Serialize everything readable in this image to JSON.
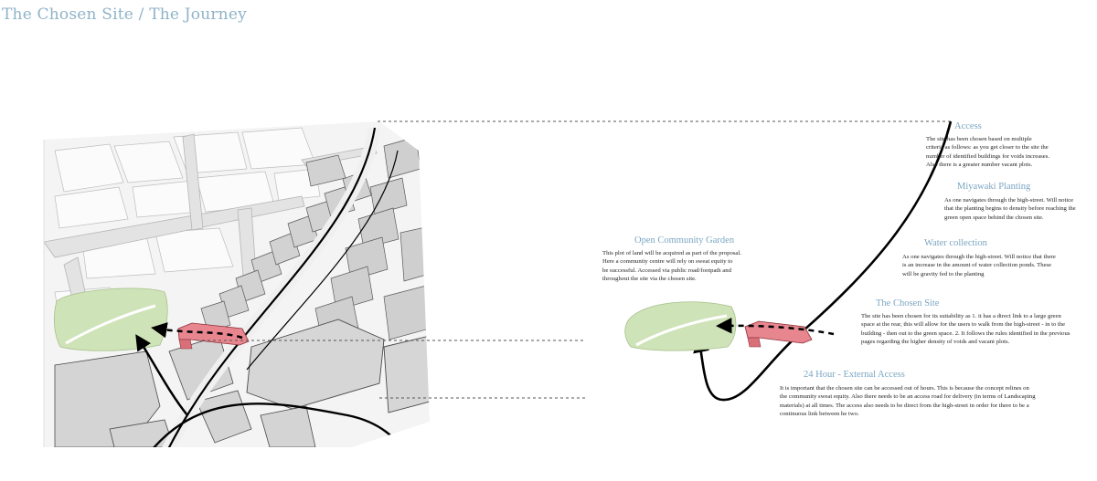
{
  "title": "The Chosen Site / The Journey",
  "sections": {
    "access": {
      "heading": "Access",
      "lines": [
        "The site has been chosen based on multiple",
        "criteria as follows: as you get closer to the site the",
        "number of identified buildings for voids increases.",
        "Also there is a greater number vacant plots."
      ]
    },
    "miyawaki": {
      "heading": "Miyawaki Planting",
      "lines": [
        "As one navigates through the high-street. Will notice",
        "that the planting begins to density before reaching the",
        "green open space behind the chosen site."
      ]
    },
    "water": {
      "heading": "Water collection",
      "lines": [
        "As one navigates through the high-street. Will notice that there",
        "is an increase in the amount of water collection ponds. These",
        "will be gravity fed to the planting"
      ]
    },
    "chosen_site": {
      "heading": "The Chosen Site",
      "lines": [
        "The site has been chosen for its suitability as 1. it has a direct link to a large green",
        "space at the rear, this will allow for the users to walk from the high-street - in to the",
        "building - then out to the green space. 2. It follows the rules identified in the previous",
        "pages regarding the higher density of voids and vacant plots."
      ]
    },
    "external_access": {
      "heading": "24 Hour - External Access",
      "lines": [
        "It is important that the chosen site can be accessed out of hours. This is because the concept relines on",
        "the community sweat equity. Also there needs to be an access road for delivery (in terms of Landscaping",
        "materials) at all times. The access also needs to be direct from the high-street in order for there to be a",
        "continuous link between he two."
      ]
    },
    "garden": {
      "heading": "Open Community Garden",
      "lines": [
        "This plot of land will be acquired as part of the proposal.",
        "Here a community centre will rely on sweat equity to",
        "be successful. Accessed via public road/footpath and",
        "throughout the site via the chosen site."
      ]
    }
  },
  "colors": {
    "title": "#8fb3c8",
    "heading": "#7aa6c2",
    "green_space": "#cfe3b8",
    "site_red": "#e8868f",
    "building_grey": "#c9c9c9",
    "road_grey": "#e6e6e6"
  }
}
